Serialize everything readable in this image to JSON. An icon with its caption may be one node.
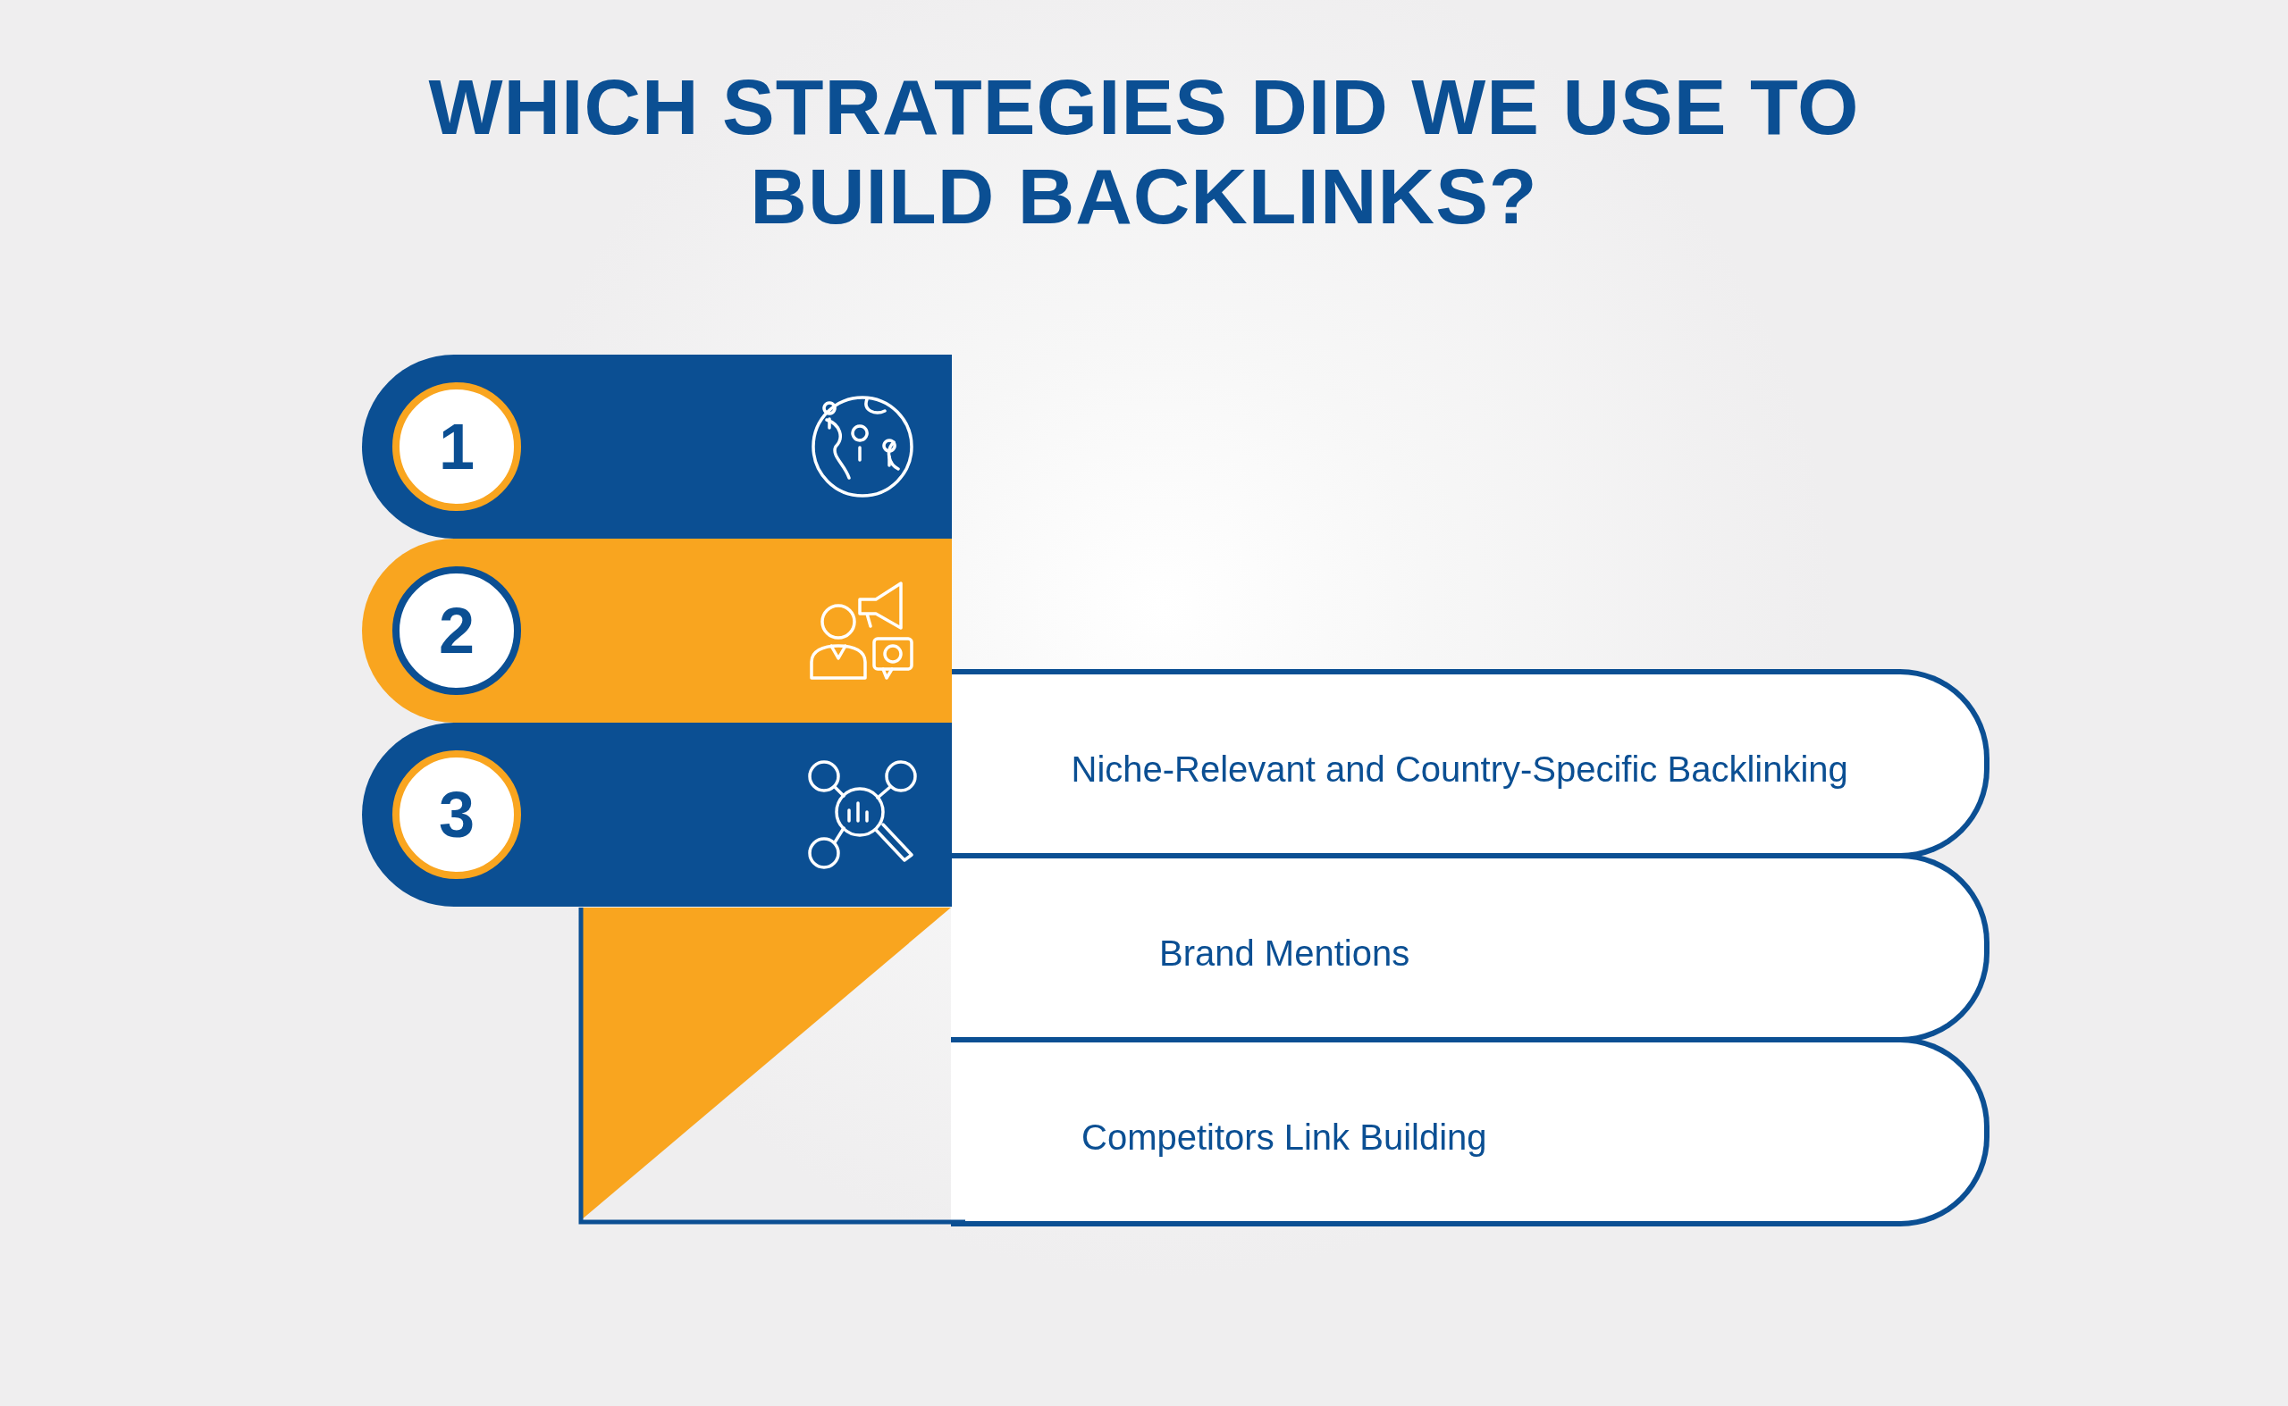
{
  "diagram": {
    "title": "WHICH STRATEGIES DID WE USE TO BUILD BACKLINKS?",
    "nodes": [
      {
        "text": [
          "1"
        ]
      },
      {
        "text": [
          "2"
        ]
      },
      {
        "text": [
          "3"
        ]
      },
      {
        "text": [
          "Niche-Relevant and Country-Specific Backlinking"
        ]
      },
      {
        "text": [
          "Brand Mentions"
        ]
      },
      {
        "text": [
          "Competitors Link Building"
        ]
      }
    ],
    "edges": []
  }
}
